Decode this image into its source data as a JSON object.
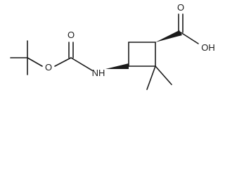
{
  "atoms": {
    "ester_oxygen": "O",
    "carbonyl_oxygen_carbamate": "O",
    "amine_nitrogen": "NH",
    "acid_carbonyl_oxygen": "O",
    "acid_hydroxyl": "OH"
  },
  "colors": {
    "bond": "#1a1a1a",
    "background": "#ffffff"
  }
}
